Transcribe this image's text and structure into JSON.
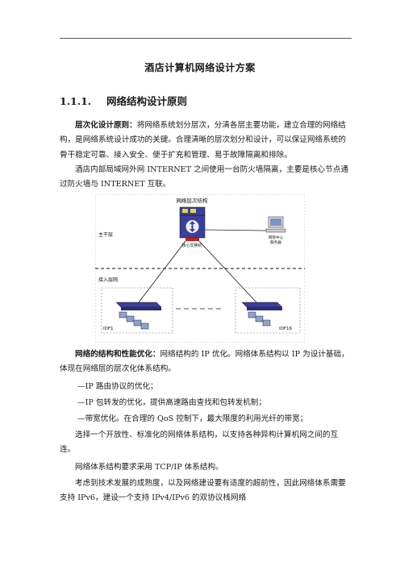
{
  "document": {
    "title": "酒店计算机网络设计方案",
    "section_number": "1.1.1.",
    "section_title": "网络结构设计原则"
  },
  "paragraphs": [
    {
      "lead": "层次化设计原则：",
      "text": "将网络系统划分层次，分清各层主要功能，建立合理的网络结构，是网络系统设计成功的关键。合理清晰的层次划分和设计，可以保证网络系统的骨干稳定可靠、接入安全、便于扩充和管理、易于故障隔离和排除。"
    },
    {
      "lead": "",
      "text": "酒店内部局域网外网 INTERNET 之间使用一台防火墙隔离，主要是核心节点通过防火墙与 INTERNET 互联。"
    },
    {
      "lead": "网络的结构和性能优化：",
      "text": "网络结构的 IP 优化。网络体系结构以 IP 为设计基础，体现在网络层的层次化体系结构。"
    },
    {
      "lead": "",
      "text": "—IP 路由协议的优化；"
    },
    {
      "lead": "",
      "text": "—IP 包转发的优化，提供高速路由查找和包转发机制；"
    },
    {
      "lead": "",
      "text": "—带宽优化。在合理的 QoS 控制下，最大限度的利用光纤的带宽；"
    },
    {
      "lead": "",
      "text": "选择一个开放性、标准化的网络体系结构，以支持各种异构计算机网之间的互连。"
    },
    {
      "lead": "",
      "text": "网络体系结构要求采用 TCP/IP 体系结构。"
    },
    {
      "lead": "",
      "text": "考虑到技术发展的成熟度，以及网络建设要有适度的超前性，因此网络体系需要支持 IPv6，建设一个支持 IPv4/IPv6 的双协议栈网络"
    }
  ],
  "diagram": {
    "title": "网络层次结构",
    "backbone_label": "主干层",
    "access_label": "接入层网",
    "core_switch_label": "核心交换机",
    "mgmt_label_line1": "网管中心",
    "mgmt_label_line2": "服务器",
    "idf_left": "IDF1",
    "idf_right": "IDF16",
    "colors": {
      "switch_blue": "#3c3f9a",
      "switch_yellow": "#e8d832",
      "brand_red": "#c8201c",
      "link": "#222222"
    }
  }
}
